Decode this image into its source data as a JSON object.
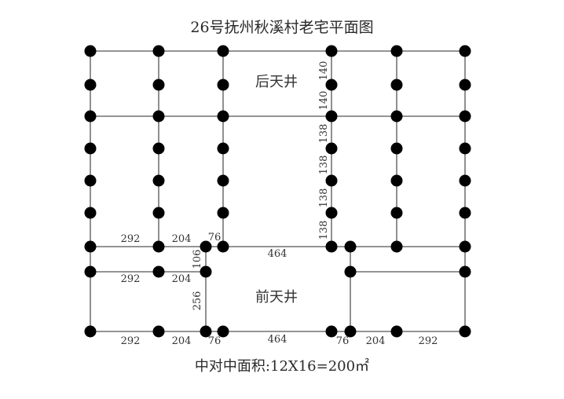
{
  "title": "26号抚州秋溪村老宅平面图",
  "caption": "中对中面积:12X16=200㎡",
  "rooms": {
    "rear_courtyard": "后天井",
    "front_courtyard": "前天井"
  },
  "dimensions": {
    "right_col_top": "140",
    "right_col_2": "140",
    "right_col_3": "138",
    "right_col_4": "138",
    "right_col_5": "138",
    "right_col_6": "138",
    "left_upper_1": "292",
    "left_upper_2": "204",
    "left_upper_3": "76",
    "mid_upper": "464",
    "left_vert_1": "106",
    "left_mid_1": "292",
    "left_mid_2": "204",
    "left_vert_2": "256",
    "bottom_1": "292",
    "bottom_2": "204",
    "bottom_3": "76",
    "bottom_4": "464",
    "bottom_5": "76",
    "bottom_6": "204",
    "bottom_7": "292"
  },
  "colors": {
    "post": "#000000",
    "wall": "#555555"
  }
}
